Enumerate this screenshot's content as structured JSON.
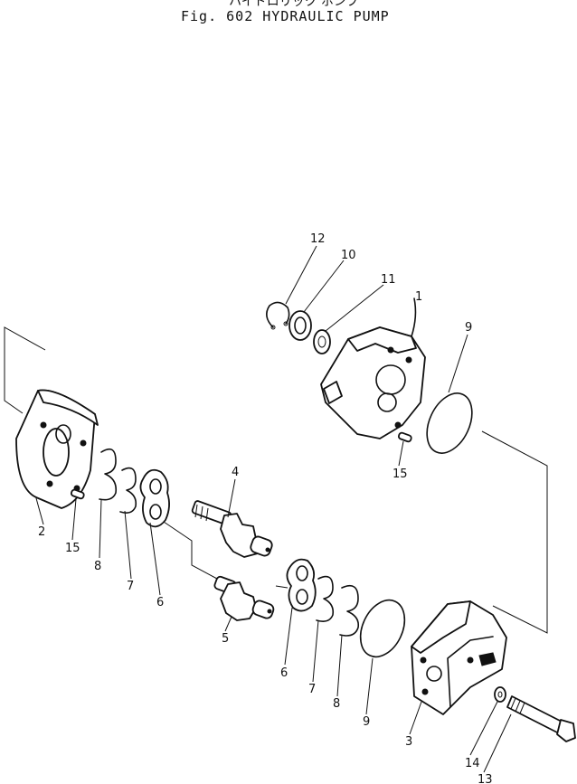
{
  "header": {
    "subtitle_jp": "ハイドロリック ポンプ",
    "title": "Fig. 602   HYDRAULIC  PUMP"
  },
  "callouts": [
    {
      "id": "c-12",
      "number": "12"
    },
    {
      "id": "c-10",
      "number": "10"
    },
    {
      "id": "c-11",
      "number": "11"
    },
    {
      "id": "c-1",
      "number": "1"
    },
    {
      "id": "c-9a",
      "number": "9"
    },
    {
      "id": "c-15a",
      "number": "15"
    },
    {
      "id": "c-4",
      "number": "4"
    },
    {
      "id": "c-2",
      "number": "2"
    },
    {
      "id": "c-15b",
      "number": "15"
    },
    {
      "id": "c-8a",
      "number": "8"
    },
    {
      "id": "c-7a",
      "number": "7"
    },
    {
      "id": "c-6a",
      "number": "6"
    },
    {
      "id": "c-5",
      "number": "5"
    },
    {
      "id": "c-6b",
      "number": "6"
    },
    {
      "id": "c-7b",
      "number": "7"
    },
    {
      "id": "c-8b",
      "number": "8"
    },
    {
      "id": "c-9b",
      "number": "9"
    },
    {
      "id": "c-3",
      "number": "3"
    },
    {
      "id": "c-14",
      "number": "14"
    },
    {
      "id": "c-13",
      "number": "13"
    }
  ]
}
